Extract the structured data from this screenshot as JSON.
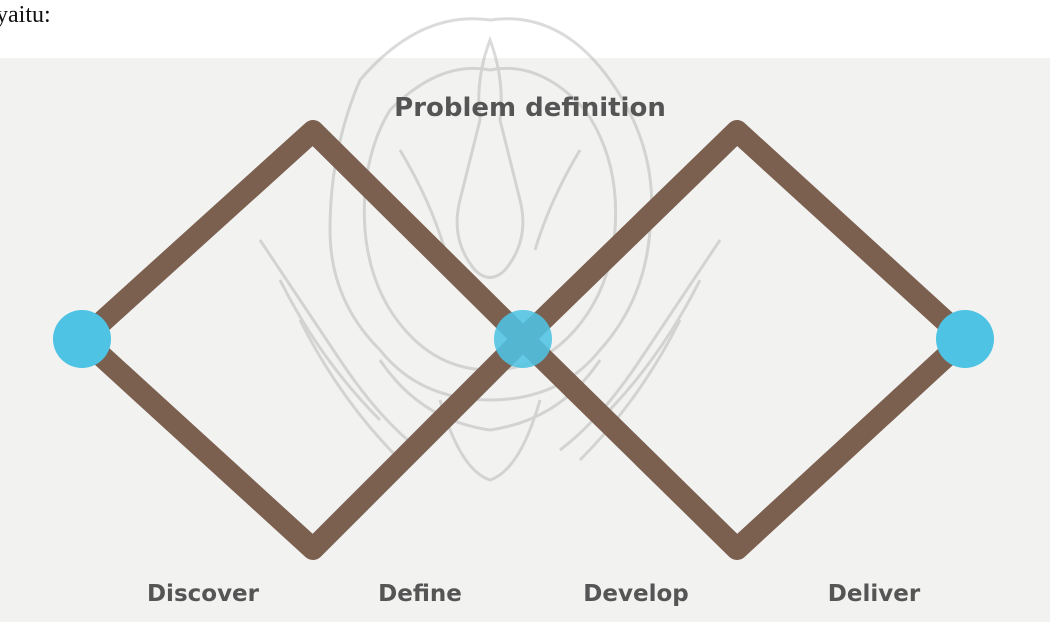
{
  "page": {
    "lead_text": "yaitu:"
  },
  "diagram": {
    "title": "Problem definition",
    "phases": [
      "Discover",
      "Define",
      "Develop",
      "Deliver"
    ],
    "colors": {
      "background": "#f2f2f1",
      "line": "#7b5f4f",
      "node": "#4ec3e3",
      "text": "#555555"
    }
  },
  "watermark": {
    "description_icon": "university-seal-watermark"
  }
}
